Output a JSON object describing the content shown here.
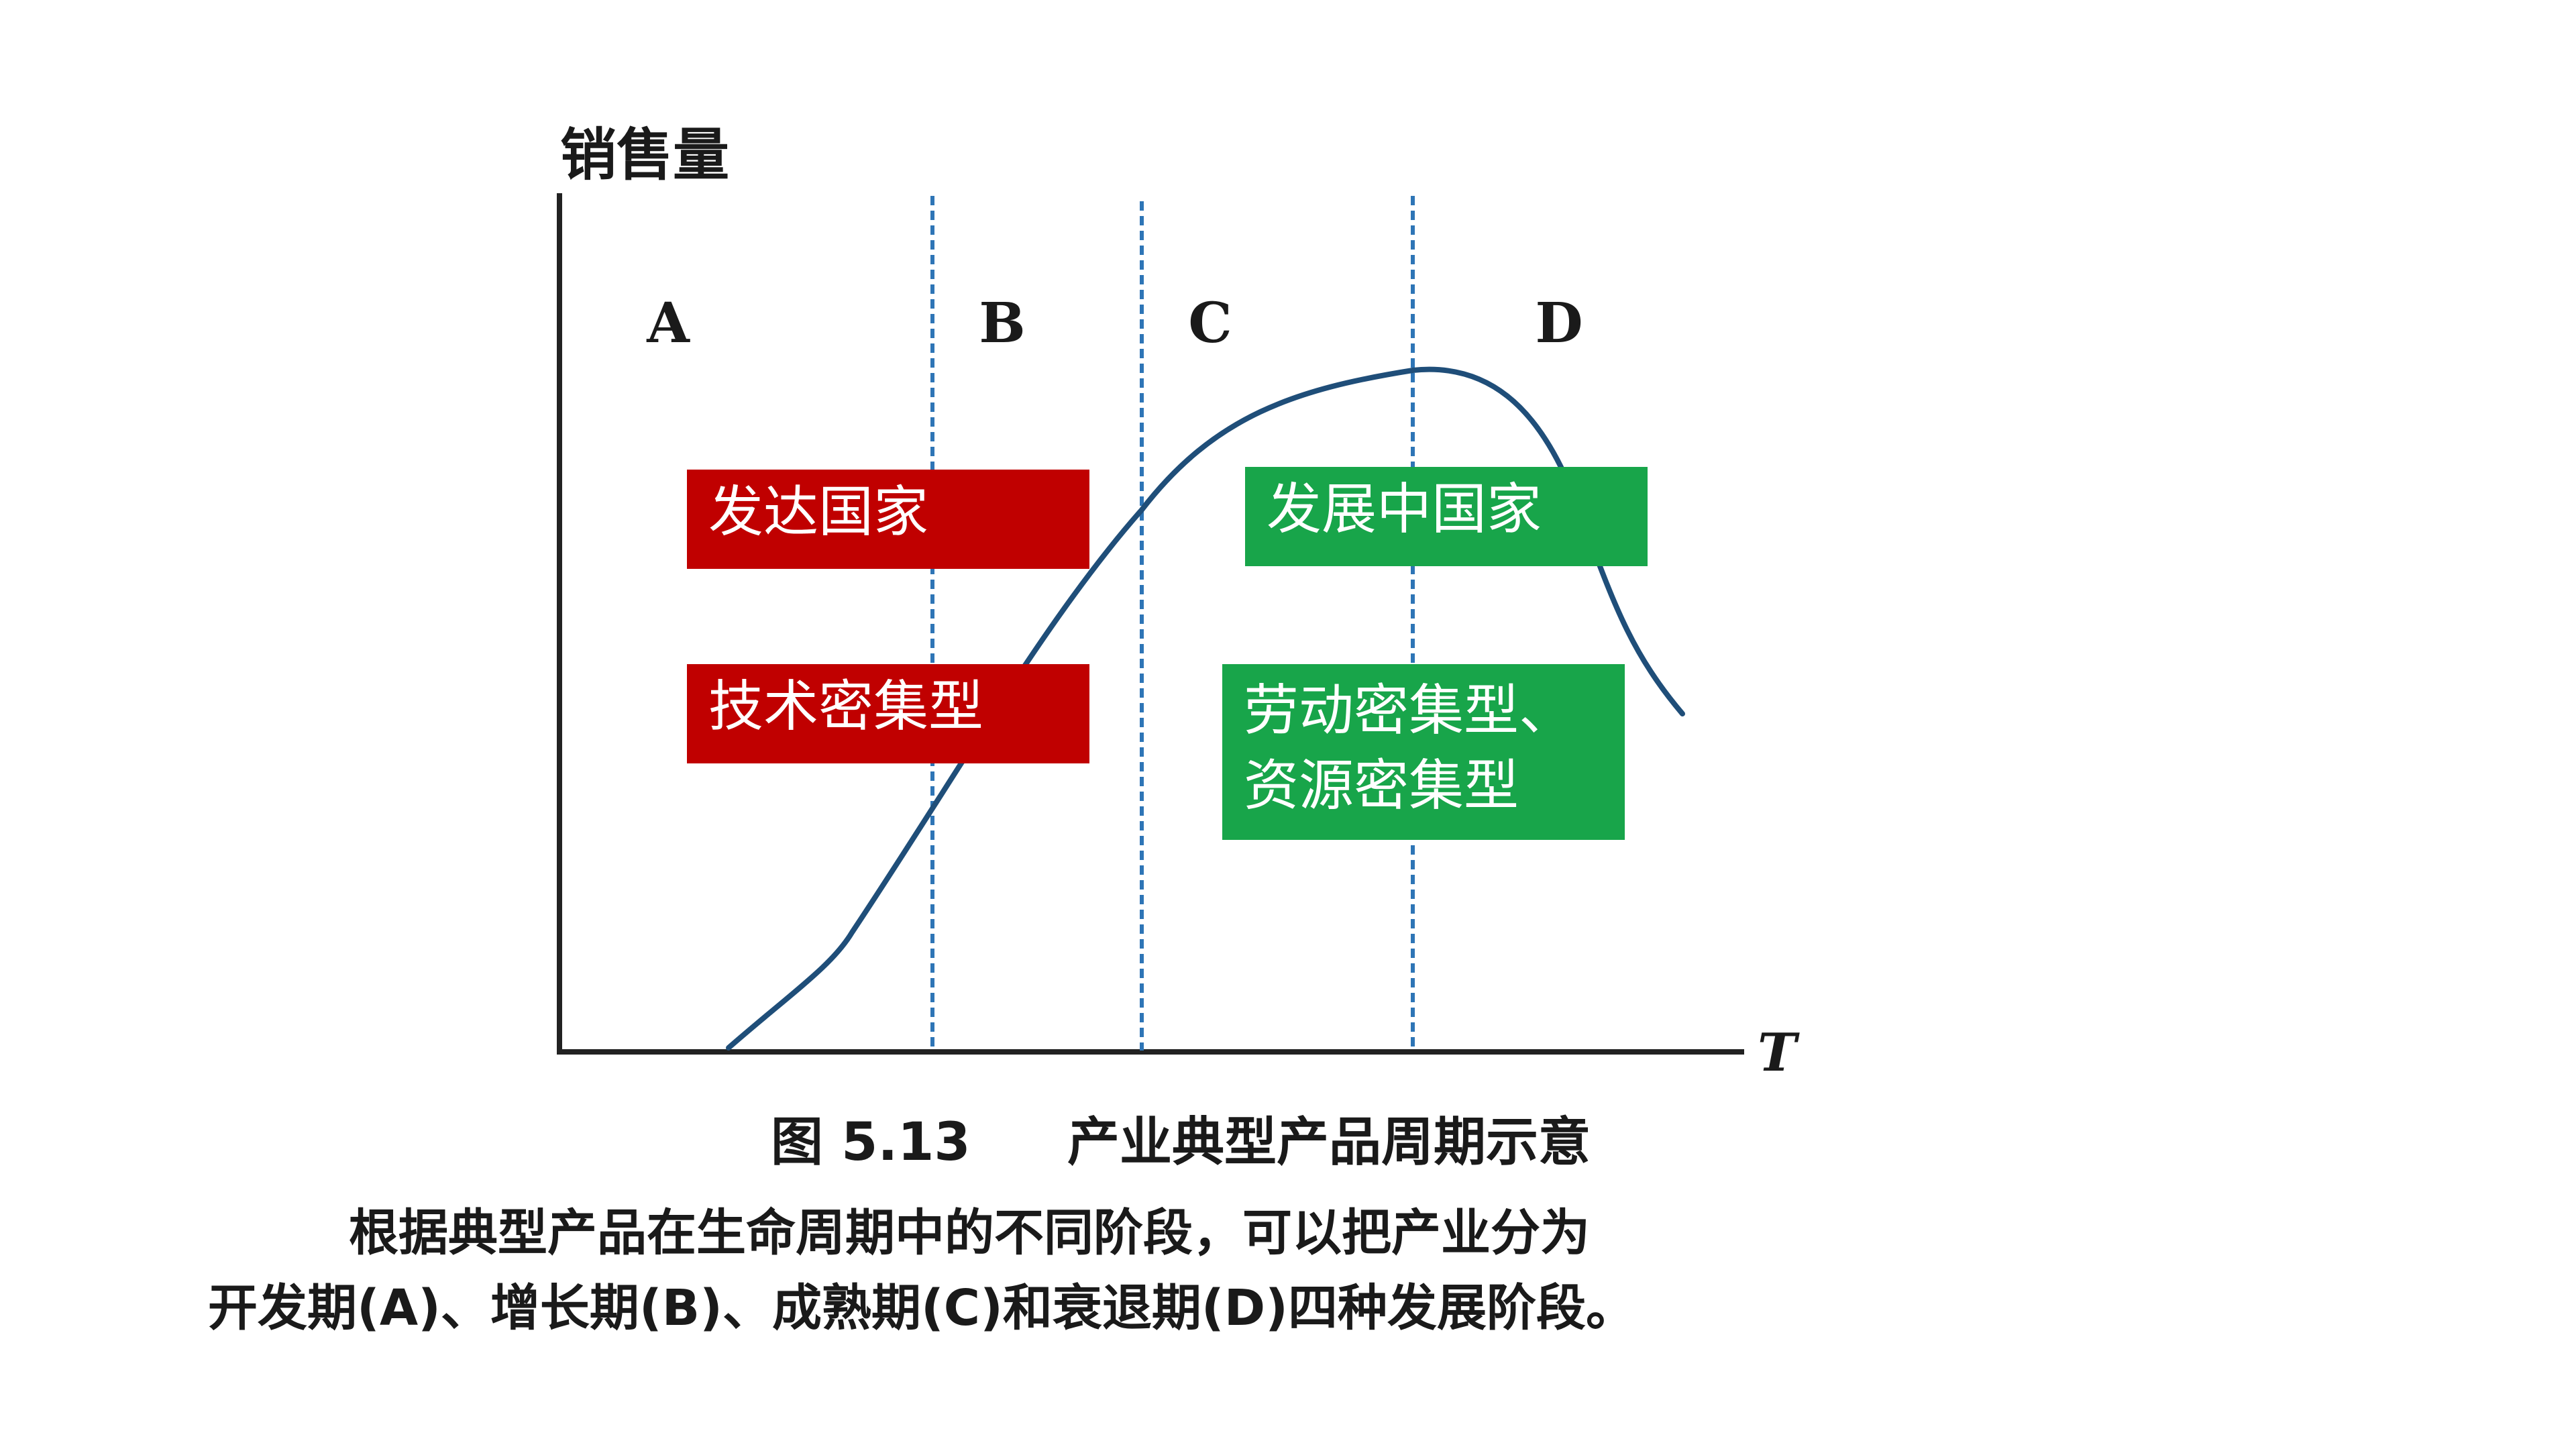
{
  "diagram": {
    "y_axis_label": "销售量",
    "x_axis_label": "T",
    "stages": [
      "A",
      "B",
      "C",
      "D"
    ]
  },
  "labels": {
    "developed": "发达国家",
    "tech_intensive": "技术密集型",
    "developing": "发展中国家",
    "labor_intensive_line1": "劳动密集型、",
    "labor_intensive_line2": "资源密集型"
  },
  "caption": {
    "figure_number": "图 5.13",
    "figure_title": "产业典型产品周期示意",
    "description_line1": "根据典型产品在生命周期中的不同阶段，可以把产业分为",
    "description_line2": "开发期(A)、增长期(B)、成熟期(C)和衰退期(D)四种发展阶段。"
  },
  "colors": {
    "curve": "#1f4e79",
    "divider": "#2e75b6",
    "red_box": "#c00000",
    "green_box": "#18a54a"
  }
}
